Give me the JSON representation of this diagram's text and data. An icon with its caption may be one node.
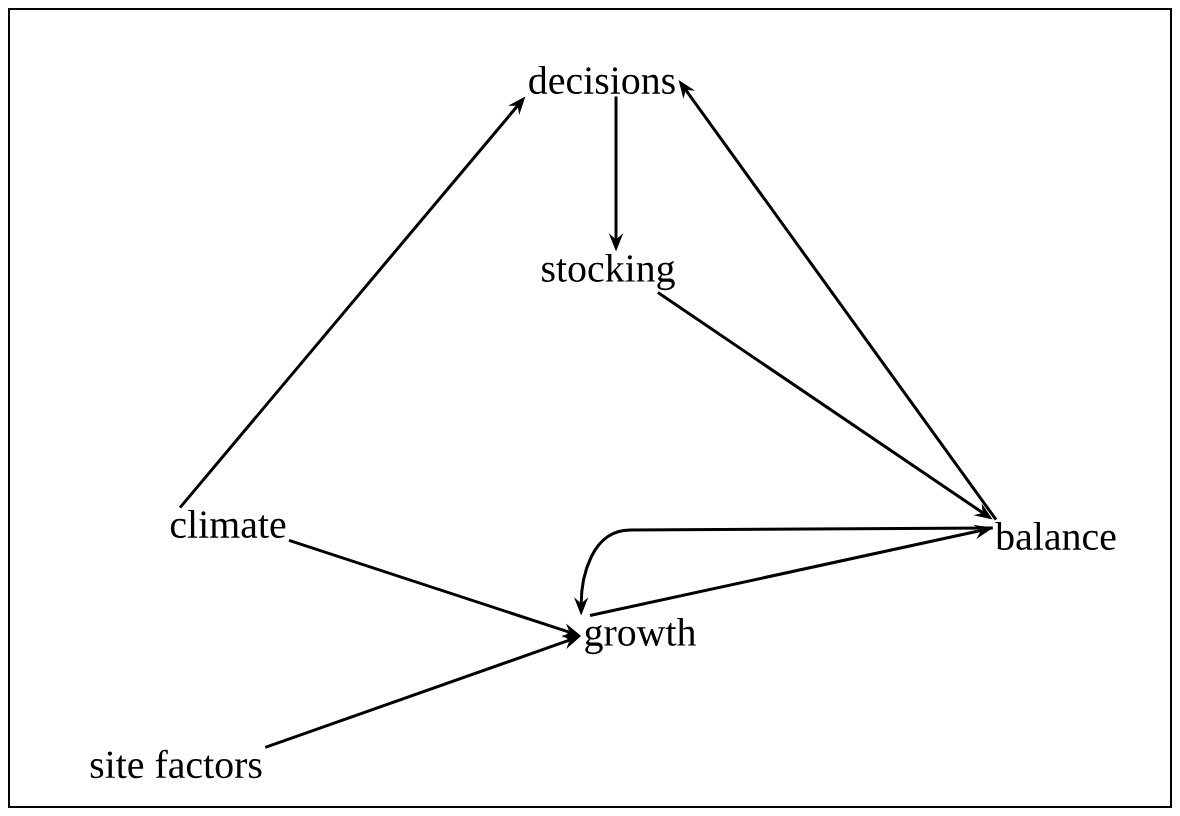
{
  "diagram": {
    "nodes": [
      {
        "text": [
          "decisions"
        ]
      },
      {
        "text": [
          "stocking"
        ]
      },
      {
        "text": [
          "balance"
        ]
      },
      {
        "text": [
          "climate"
        ]
      },
      {
        "text": [
          "growth"
        ]
      },
      {
        "text": [
          "site factors"
        ]
      }
    ],
    "edges": [
      {
        "from": 3,
        "to": 0,
        "arrow": "to"
      },
      {
        "from": 0,
        "to": 1,
        "arrow": "to"
      },
      {
        "from": 1,
        "to": 2,
        "arrow": "to"
      },
      {
        "from": 2,
        "to": 0,
        "arrow": "to"
      },
      {
        "from": 4,
        "to": 2,
        "arrow": "to"
      },
      {
        "from": 2,
        "to": 4,
        "arrow": "to"
      },
      {
        "from": 3,
        "to": 4,
        "arrow": "to"
      },
      {
        "from": 5,
        "to": 4,
        "arrow": "to"
      }
    ]
  }
}
